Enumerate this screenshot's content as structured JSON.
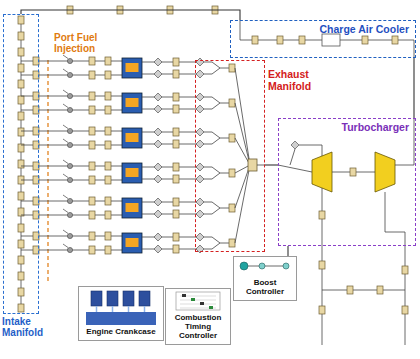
{
  "diagram": {
    "nodes": [
      {
        "text": [
          "Charge Air Cooler"
        ]
      },
      {
        "text": [
          "Intake Manifold"
        ]
      },
      {
        "text": [
          "Exhaust Manifold"
        ]
      },
      {
        "text": [
          "Turbocharger"
        ]
      },
      {
        "text": [
          "Engine Crankcase"
        ]
      },
      {
        "text": [
          "Combustion Timing Controller"
        ]
      },
      {
        "text": [
          "Boost Controller"
        ]
      }
    ],
    "edges": [
      {
        "from": 0,
        "to": 1,
        "arrow": "none"
      },
      {
        "from": 2,
        "to": 3,
        "arrow": "none"
      },
      {
        "from": 3,
        "to": 0,
        "arrow": "none"
      },
      {
        "from": 6,
        "to": 3,
        "arrow": "none"
      }
    ],
    "labels": [
      "Port Fuel Injection"
    ]
  }
}
